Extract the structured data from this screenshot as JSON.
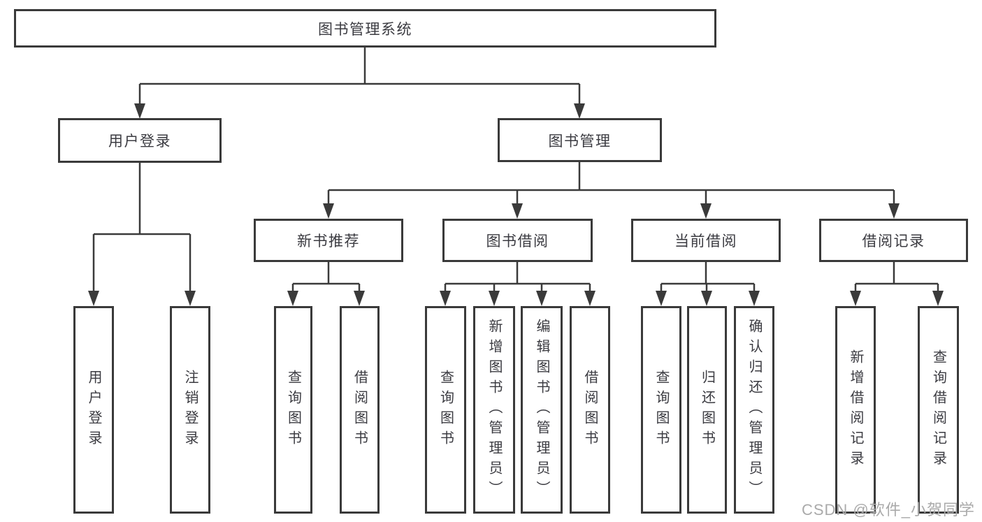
{
  "tree": {
    "root": "图书管理系统",
    "user_login": {
      "label": "用户登录",
      "children": [
        "用户登录",
        "注销登录"
      ]
    },
    "book_mgmt": {
      "label": "图书管理",
      "sections": {
        "new_book": {
          "label": "新书推荐",
          "children": [
            "查询图书",
            "借阅图书"
          ]
        },
        "book_borrow": {
          "label": "图书借阅",
          "children": [
            "查询图书",
            "新增图书（管理员）",
            "编辑图书（管理员）",
            "借阅图书"
          ]
        },
        "current_borrow": {
          "label": "当前借阅",
          "children": [
            "查询图书",
            "归还图书",
            "确认归还（管理员）"
          ]
        },
        "borrow_records": {
          "label": "借阅记录",
          "children": [
            "新增借阅记录",
            "查询借阅记录"
          ]
        }
      }
    }
  },
  "watermark": "CSDN @软件_小贺同学",
  "colors": {
    "line": "#3a3a3a",
    "text": "#3b3b41",
    "background": "#ffffff",
    "watermark": "#aaaaaa"
  }
}
